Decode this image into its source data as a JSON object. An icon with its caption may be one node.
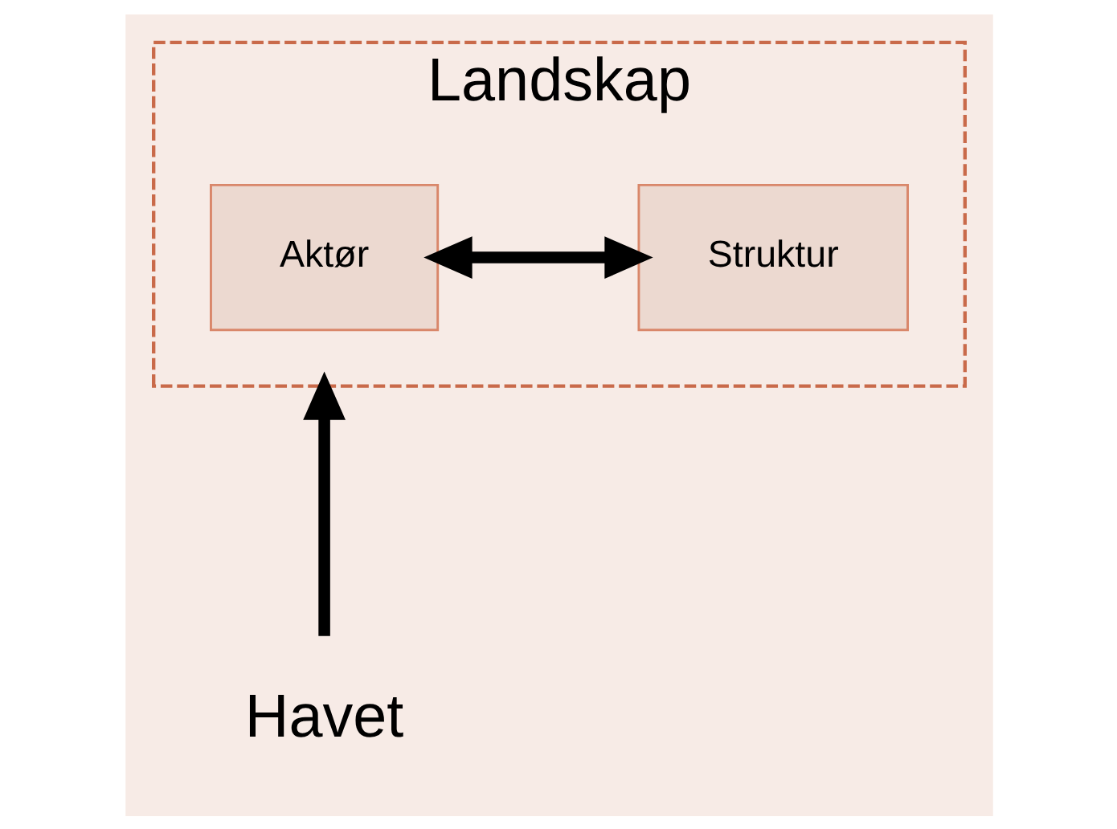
{
  "diagram": {
    "nodes": [
      {
        "text": [
          "Landskap"
        ]
      },
      {
        "text": [
          "Aktør"
        ],
        "in": 0
      },
      {
        "text": [
          "Struktur"
        ],
        "in": 0
      },
      {
        "text": [
          "Havet"
        ]
      }
    ],
    "edges": [
      {
        "from": 1,
        "to": 2,
        "arrow": "both"
      },
      {
        "from": 3,
        "to": 0,
        "arrow": "to"
      }
    ]
  }
}
